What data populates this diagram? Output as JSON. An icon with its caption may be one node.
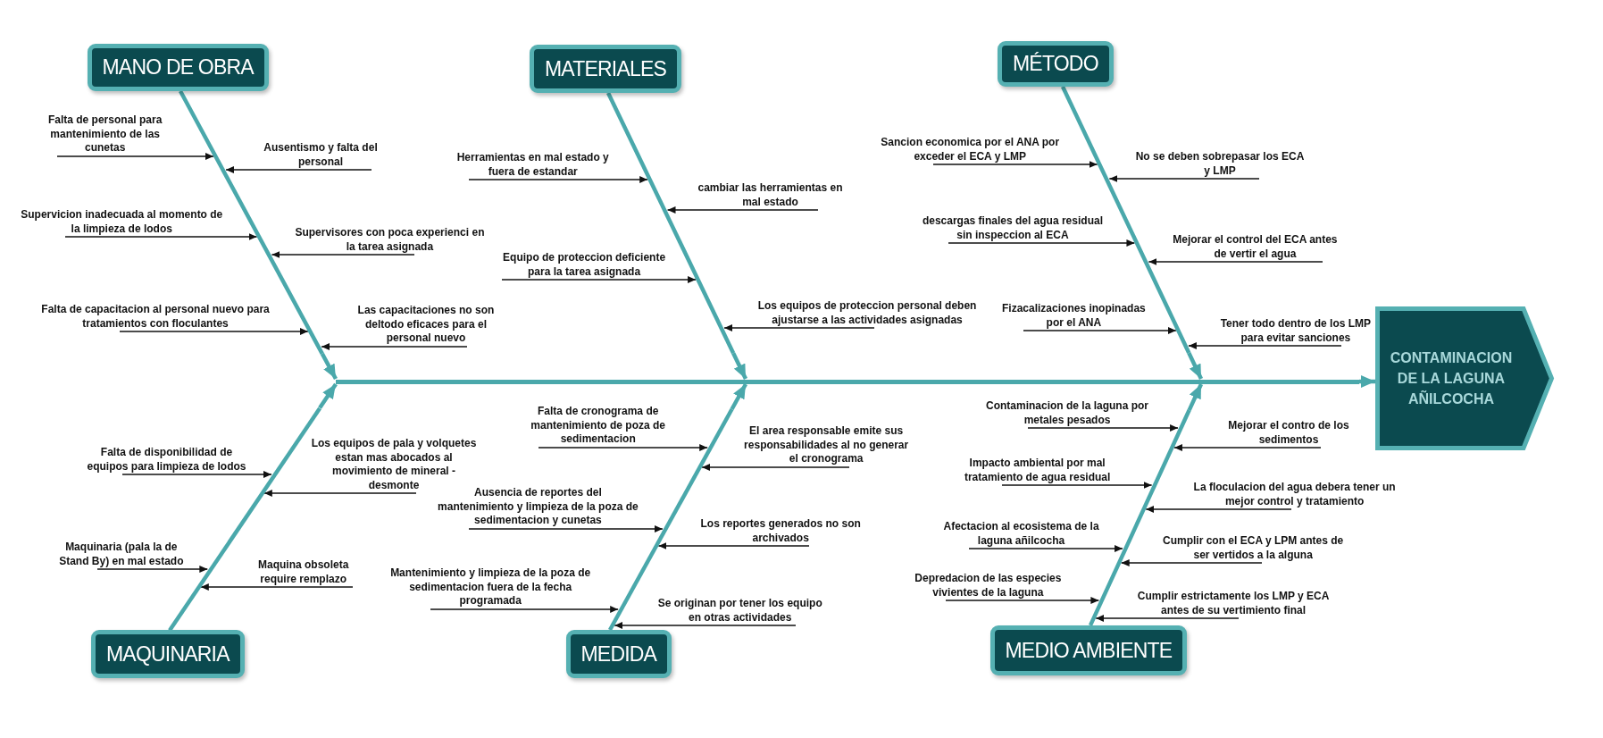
{
  "diagram": {
    "nodes": [
      {
        "text": [
          "MANO DE OBRA"
        ]
      },
      {
        "text": [
          "Falta de personal para mantenimiento de las cunetas"
        ]
      },
      {
        "text": [
          "Ausentismo y falta del personal"
        ]
      },
      {
        "text": [
          "Supervicion inadecuada al momento de la limpieza de lodos"
        ]
      },
      {
        "text": [
          "Supervisores con poca experienci en la tarea asignada"
        ]
      },
      {
        "text": [
          "Falta de capacitacion al personal nuevo para tratamientos con floculantes"
        ]
      },
      {
        "text": [
          "Las capacitaciones no son deltodo eficaces  para el personal nuevo"
        ]
      },
      {
        "text": [
          "MATERIALES"
        ]
      },
      {
        "text": [
          "Herramientas en mal estado y fuera de estandar"
        ]
      },
      {
        "text": [
          "cambiar las herramientas en mal estado"
        ]
      },
      {
        "text": [
          "Equipo de proteccion deficiente para la tarea asignada"
        ]
      },
      {
        "text": [
          "Los equipos de proteccion personal deben ajustarse a las actividades asignadas"
        ]
      },
      {
        "text": [
          "MÉTODO"
        ]
      },
      {
        "text": [
          "Sancion economica  por el ANA por exceder el ECA y LMP"
        ]
      },
      {
        "text": [
          "No se deben sobrepasar los ECA y LMP"
        ]
      },
      {
        "text": [
          "descargas finales del agua residual sin inspeccion al ECA"
        ]
      },
      {
        "text": [
          "Mejorar el control del ECA antes de vertir el agua"
        ]
      },
      {
        "text": [
          "Fizacalizaciones inopinadas por el ANA"
        ]
      },
      {
        "text": [
          "Tener todo dentro de los LMP para evitar sanciones"
        ]
      },
      {
        "text": [
          "CONTAMINACION DE LA LAGUNA AÑILCOCHA"
        ]
      },
      {
        "text": [
          "MAQUINARIA"
        ]
      },
      {
        "text": [
          "Falta de disponibilidad de equipos para limpieza de lodos"
        ]
      },
      {
        "text": [
          "Los equipos de pala y volquetes estan mas abocados al movimiento de mineral - desmonte"
        ]
      },
      {
        "text": [
          "Maquinaria (pala la de Stand By) en mal estado"
        ]
      },
      {
        "text": [
          "Maquina obsoleta require remplazo"
        ]
      },
      {
        "text": [
          "MEDIDA"
        ]
      },
      {
        "text": [
          "Falta de cronograma de mantenimiento  de poza de sedimentacion"
        ]
      },
      {
        "text": [
          "El area responsable emite sus responsabilidades al no generar el cronograma"
        ]
      },
      {
        "text": [
          "Ausencia de reportes  del mantenimiento y limpieza de la poza de sedimentacion y cunetas"
        ]
      },
      {
        "text": [
          "Los reportes generados no son  archivados"
        ]
      },
      {
        "text": [
          "Mantenimiento y limpieza de la poza de sedimentacion fuera de la fecha programada"
        ]
      },
      {
        "text": [
          "Se originan por tener los equipo  en otras actividades"
        ]
      },
      {
        "text": [
          "MEDIO AMBIENTE"
        ]
      },
      {
        "text": [
          "Contaminacion de la laguna por metales pesados"
        ]
      },
      {
        "text": [
          "Mejorar el contro de los sedimentos"
        ]
      },
      {
        "text": [
          "Impacto ambiental por mal tratamiento de agua residual"
        ]
      },
      {
        "text": [
          "La floculacion del agua debera tener un mejor control y tratamiento"
        ]
      },
      {
        "text": [
          "Afectacion al ecosistema de la laguna añilcocha"
        ]
      },
      {
        "text": [
          "Cumplir con el ECA y LPM antes de ser vertidos a la alguna"
        ]
      },
      {
        "text": [
          "Depredacion de las especies vivientes de la laguna"
        ]
      },
      {
        "text": [
          "Cumplir estrictamente los LMP y ECA antes de su vertimiento final"
        ]
      },
      {
        "text": [],
        "shape": "bar"
      },
      {
        "text": [],
        "shape": "bar"
      },
      {
        "text": [],
        "shape": "bar"
      },
      {
        "text": [],
        "shape": "bar"
      },
      {
        "text": [],
        "shape": "bar"
      },
      {
        "text": [],
        "shape": "bar"
      },
      {
        "text": [],
        "shape": "bar"
      }
    ],
    "edges": [
      {
        "from": 41,
        "to": 19,
        "arrow": "to",
        "style": "thick",
        "color": "#4aa8ab"
      },
      {
        "from": 42,
        "to": 41,
        "arrow": "to",
        "style": "thick",
        "color": "#4aa8ab"
      },
      {
        "from": 43,
        "to": 41,
        "arrow": "to",
        "style": "thick",
        "color": "#4aa8ab"
      },
      {
        "from": 44,
        "to": 41,
        "arrow": "to",
        "style": "thick",
        "color": "#4aa8ab"
      },
      {
        "from": 45,
        "to": 41,
        "arrow": "to",
        "style": "thick",
        "color": "#4aa8ab"
      },
      {
        "from": 46,
        "to": 41,
        "arrow": "to",
        "style": "thick",
        "color": "#4aa8ab"
      },
      {
        "from": 47,
        "to": 41,
        "arrow": "to",
        "style": "thick",
        "color": "#4aa8ab"
      },
      {
        "from": 1,
        "to": 42,
        "arrow": "to"
      },
      {
        "from": 2,
        "to": 42,
        "arrow": "to"
      },
      {
        "from": 3,
        "to": 42,
        "arrow": "to"
      },
      {
        "from": 4,
        "to": 42,
        "arrow": "to"
      },
      {
        "from": 5,
        "to": 42,
        "arrow": "to"
      },
      {
        "from": 6,
        "to": 42,
        "arrow": "to"
      },
      {
        "from": 8,
        "to": 43,
        "arrow": "to"
      },
      {
        "from": 9,
        "to": 43,
        "arrow": "to"
      },
      {
        "from": 10,
        "to": 43,
        "arrow": "to"
      },
      {
        "from": 11,
        "to": 43,
        "arrow": "to"
      },
      {
        "from": 13,
        "to": 44,
        "arrow": "to"
      },
      {
        "from": 14,
        "to": 44,
        "arrow": "to"
      },
      {
        "from": 15,
        "to": 44,
        "arrow": "to"
      },
      {
        "from": 16,
        "to": 44,
        "arrow": "to"
      },
      {
        "from": 17,
        "to": 44,
        "arrow": "to"
      },
      {
        "from": 18,
        "to": 44,
        "arrow": "to"
      },
      {
        "from": 21,
        "to": 45,
        "arrow": "to"
      },
      {
        "from": 22,
        "to": 45,
        "arrow": "to"
      },
      {
        "from": 23,
        "to": 45,
        "arrow": "to"
      },
      {
        "from": 24,
        "to": 45,
        "arrow": "to"
      },
      {
        "from": 26,
        "to": 46,
        "arrow": "to"
      },
      {
        "from": 27,
        "to": 46,
        "arrow": "to"
      },
      {
        "from": 28,
        "to": 46,
        "arrow": "to"
      },
      {
        "from": 29,
        "to": 46,
        "arrow": "to"
      },
      {
        "from": 30,
        "to": 46,
        "arrow": "to"
      },
      {
        "from": 31,
        "to": 46,
        "arrow": "to"
      },
      {
        "from": 33,
        "to": 47,
        "arrow": "to"
      },
      {
        "from": 34,
        "to": 47,
        "arrow": "to"
      },
      {
        "from": 35,
        "to": 47,
        "arrow": "to"
      },
      {
        "from": 36,
        "to": 47,
        "arrow": "to"
      },
      {
        "from": 37,
        "to": 47,
        "arrow": "to"
      },
      {
        "from": 38,
        "to": 47,
        "arrow": "to"
      },
      {
        "from": 39,
        "to": 47,
        "arrow": "to"
      },
      {
        "from": 40,
        "to": 47,
        "arrow": "to"
      }
    ]
  }
}
